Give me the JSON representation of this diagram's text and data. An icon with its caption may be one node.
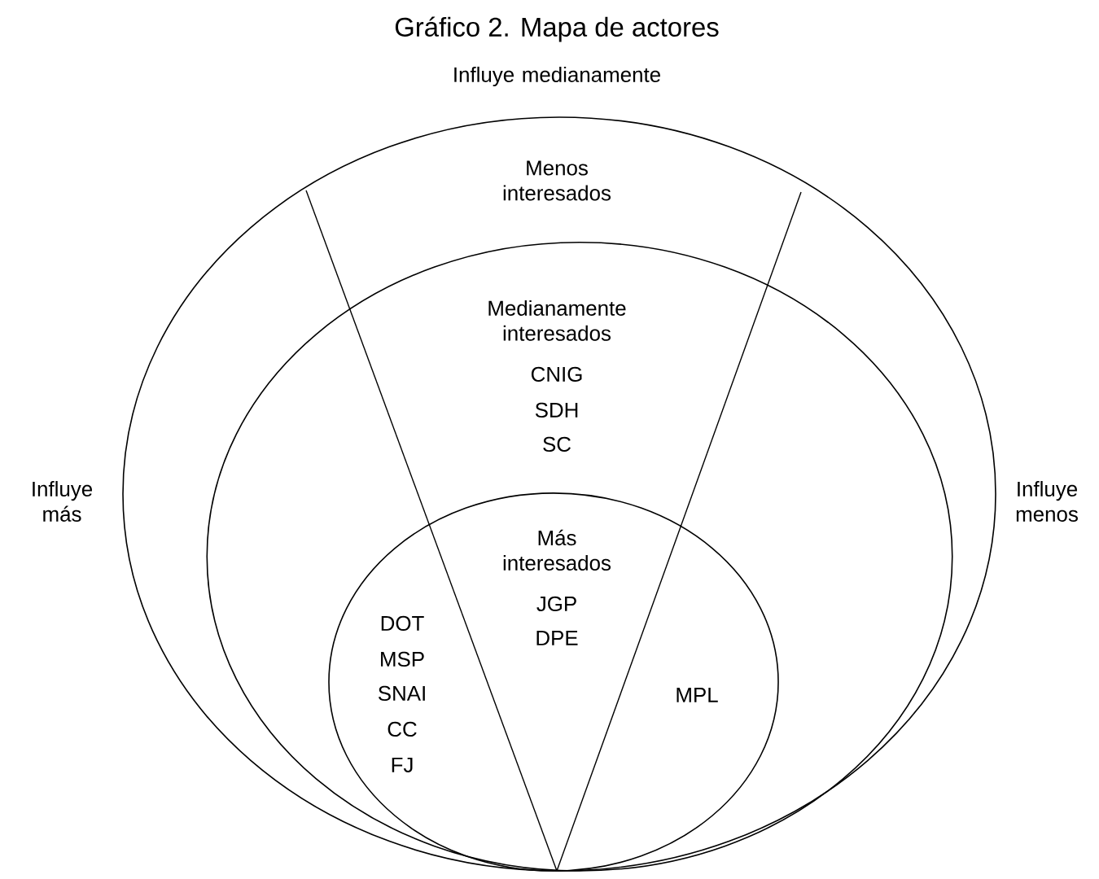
{
  "diagram": {
    "title": "Gráfico 2. Mapa de actores",
    "nodes": [
      {
        "text": [
          "Menos interesados"
        ]
      },
      {
        "text": [
          "Medianamente interesados",
          "CNIG",
          "SDH",
          "SC"
        ],
        "in": 0
      },
      {
        "text": [
          "Más interesados",
          "JGP",
          "DPE",
          "DOT",
          "MSP",
          "SNAI",
          "CC",
          "FJ",
          "MPL"
        ],
        "in": 1
      }
    ],
    "labels": [
      "Influye medianamente",
      "Influye más",
      "Influye menos"
    ]
  }
}
